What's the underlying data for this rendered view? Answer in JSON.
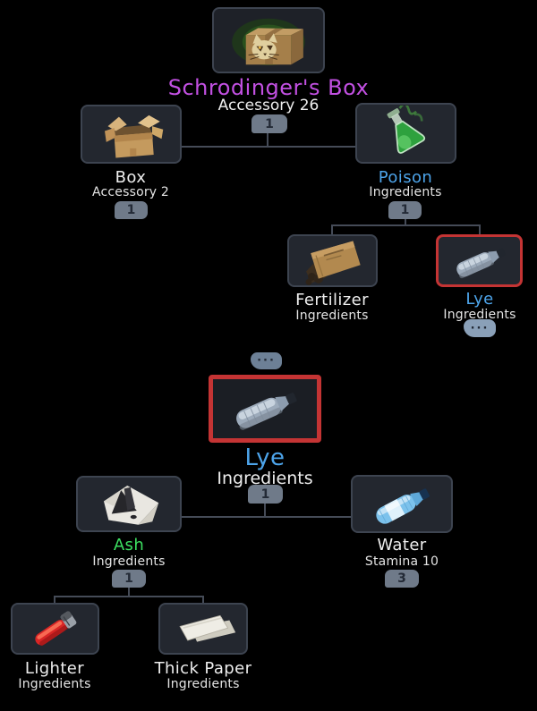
{
  "colors": {
    "background": "#000000",
    "node_fill": "#23272f",
    "node_border": "#3d4450",
    "connector": "#454b57",
    "badge_bg": "#6f7a89",
    "badge_text": "#232a36",
    "ellipsis_badge_bg": "#8aa0b8",
    "separator_badge_bg": "#6d8096",
    "highlight_red": "#c43434",
    "title_purple": "#c250e2",
    "item_blue": "#4da4ea",
    "item_green": "#3cdf61",
    "text_white": "#eeeeee"
  },
  "collapsed_indicator": "···",
  "root": {
    "label": "Schrodinger's Box",
    "sub": "Accessory 26",
    "qty": "1"
  },
  "nodes": {
    "box": {
      "label": "Box",
      "sub": "Accessory 2",
      "qty": "1"
    },
    "poison": {
      "label": "Poison",
      "sub": "Ingredients",
      "qty": "1"
    },
    "fertilizer": {
      "label": "Fertilizer",
      "sub": "Ingredients"
    },
    "lye_small": {
      "label": "Lye",
      "sub": "Ingredients"
    },
    "lye_main": {
      "label": "Lye",
      "sub": "Ingredients",
      "qty": "1"
    },
    "ash": {
      "label": "Ash",
      "sub": "Ingredients",
      "qty": "1"
    },
    "water": {
      "label": "Water",
      "sub": "Stamina 10",
      "qty": "3"
    },
    "lighter": {
      "label": "Lighter",
      "sub": "Ingredients"
    },
    "thick_paper": {
      "label": "Thick Paper",
      "sub": "Ingredients"
    }
  }
}
